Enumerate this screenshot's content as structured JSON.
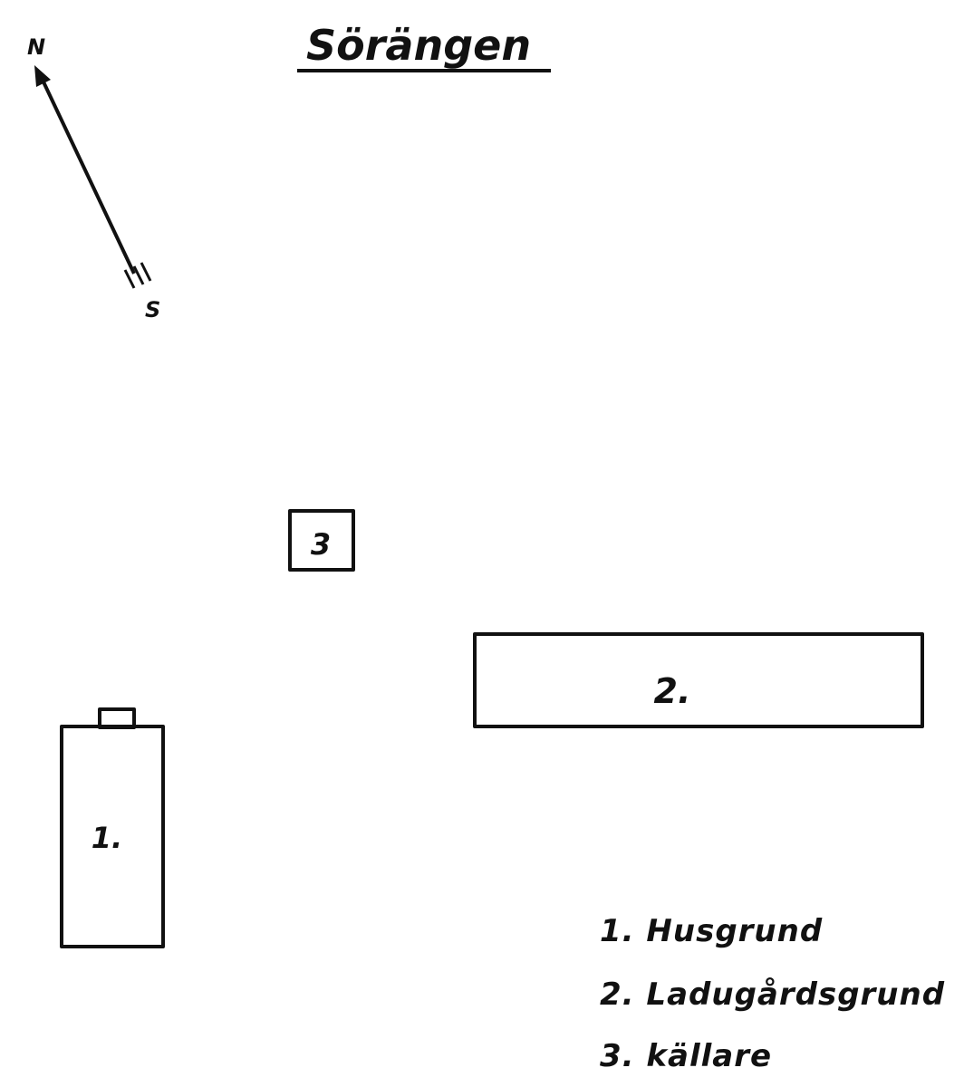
{
  "title": "Sörängen",
  "compass": {
    "north_label": "N",
    "south_label": "S"
  },
  "structures": [
    {
      "id": "1",
      "label": "1."
    },
    {
      "id": "2",
      "label": "2."
    },
    {
      "id": "3",
      "label": "3"
    }
  ],
  "legend": [
    {
      "number": "1.",
      "text": "Husgrund"
    },
    {
      "number": "2.",
      "text": "Ladugårdsgrund"
    },
    {
      "number": "3.",
      "text": "källare"
    }
  ]
}
